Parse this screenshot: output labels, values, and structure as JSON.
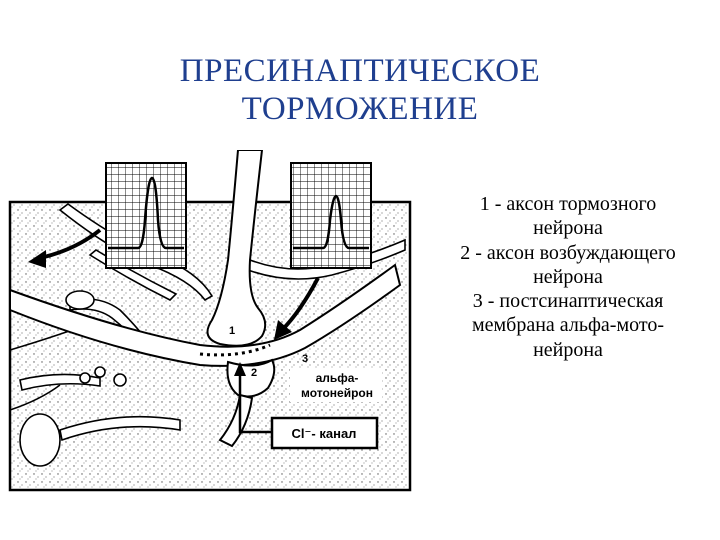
{
  "title": {
    "line1": "ПРЕСИНАПТИЧЕСКОЕ",
    "line2": "ТОРМОЖЕНИЕ"
  },
  "legend": {
    "lines": [
      "1 - аксон тормозного",
      "нейрона",
      "2 - аксон возбуждающего",
      "нейрона",
      "3 - постсинаптическая",
      "мембрана альфа-мото-",
      "нейрона"
    ]
  },
  "diagram": {
    "labels": {
      "num1": "1",
      "num2": "2",
      "num3": "3",
      "neuron_line1": "альфа-",
      "neuron_line2": "мотонейрон",
      "channel": "Cl⁻- канал"
    }
  },
  "colors": {
    "title": "#1f3f8f",
    "ink": "#000000"
  }
}
